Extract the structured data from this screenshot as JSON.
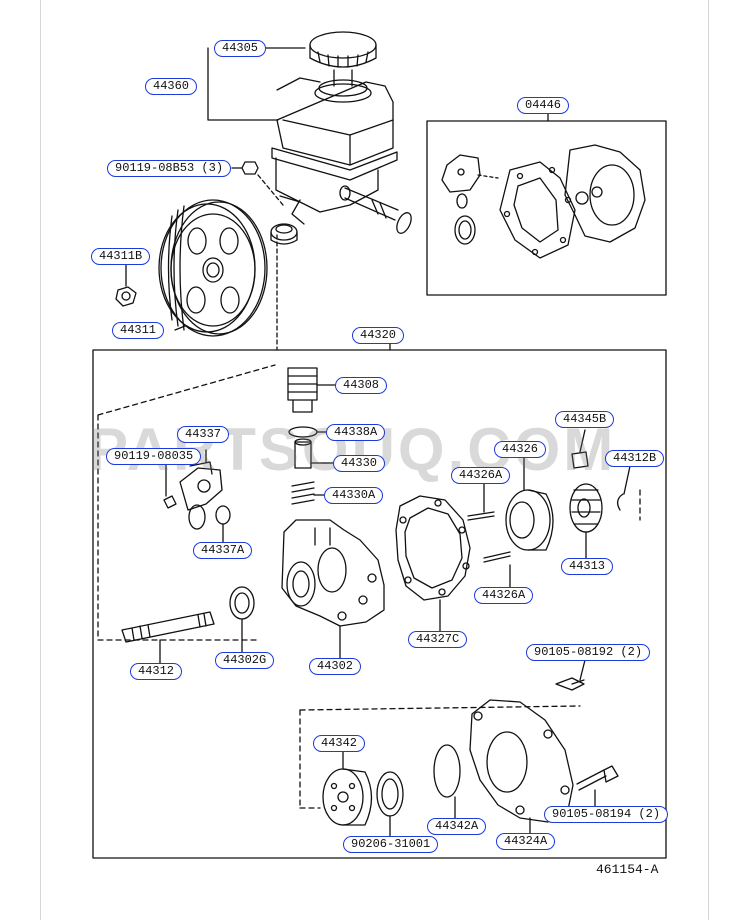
{
  "watermark": "PARTSOUQ.COM",
  "drawing_code": "461154-A",
  "callouts": {
    "p44305": "44305",
    "p44360": "44360",
    "p04446": "04446",
    "p90119_08B53": "90119-08B53 (3)",
    "p44311B": "44311B",
    "p44311": "44311",
    "p44320": "44320",
    "p44308": "44308",
    "p44338A": "44338A",
    "p44337": "44337",
    "p90119_08035": "90119-08035",
    "p44330": "44330",
    "p44330A": "44330A",
    "p44326": "44326",
    "p44326A_top": "44326A",
    "p44345B": "44345B",
    "p44312B": "44312B",
    "p44337A": "44337A",
    "p44313": "44313",
    "p44326A_bot": "44326A",
    "p44327C": "44327C",
    "p90105_08192": "90105-08192 (2)",
    "p44312": "44312",
    "p44302G": "44302G",
    "p44302": "44302",
    "p44342": "44342",
    "p90105_08194": "90105-08194 (2)",
    "p44342A": "44342A",
    "p90206_31001": "90206-31001",
    "p44324A": "44324A"
  }
}
